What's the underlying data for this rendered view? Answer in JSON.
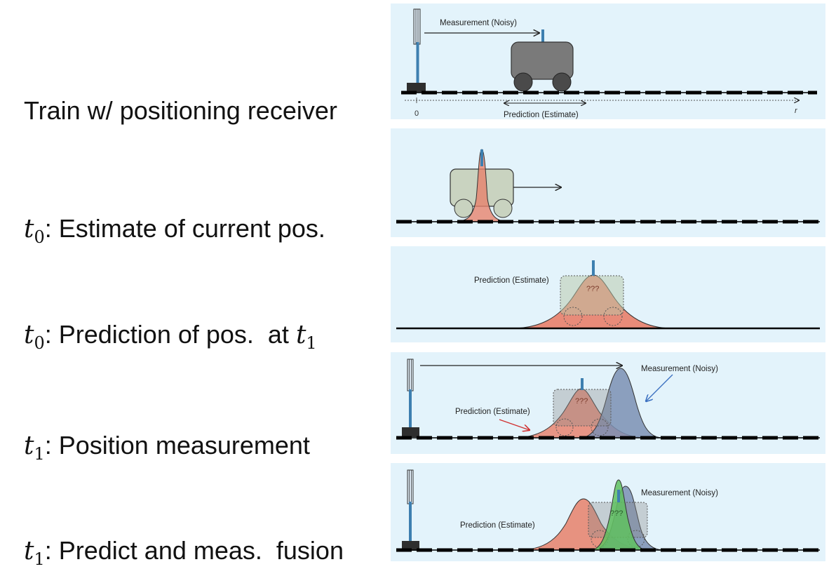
{
  "captions": [
    {
      "text": "Train w/ positioning receiver"
    },
    {
      "var": "t",
      "sub": "0",
      "text": ": Estimate of current pos."
    },
    {
      "var": "t",
      "sub": "0",
      "text": ": Prediction of pos.  at ",
      "var2": "t",
      "sub2": "1"
    },
    {
      "var": "t",
      "sub": "1",
      "text": ": Position measurement"
    },
    {
      "var": "t",
      "sub": "1",
      "text": ": Predict and meas.  fusion"
    }
  ],
  "panel1": {
    "measurement_label": "Measurement (Noisy)",
    "prediction_label": "Prediction (Estimate)",
    "origin_label": "0",
    "axis_label": "r"
  },
  "panel3": {
    "prediction_label": "Prediction (Estimate)",
    "unknown_label": "???"
  },
  "panel4": {
    "measurement_label": "Measurement (Noisy)",
    "prediction_label": "Prediction (Estimate)",
    "unknown_label": "???"
  },
  "panel5": {
    "measurement_label": "Measurement (Noisy)",
    "prediction_label": "Prediction (Estimate)",
    "unknown_label": "???"
  },
  "colors": {
    "panel_bg": "#e3f3fb",
    "prediction": "#e8806a",
    "measurement": "#7b8fb3",
    "fusion": "#5fbf5f",
    "pole": "#3d7fb0",
    "cart": "#7a7a7a"
  }
}
